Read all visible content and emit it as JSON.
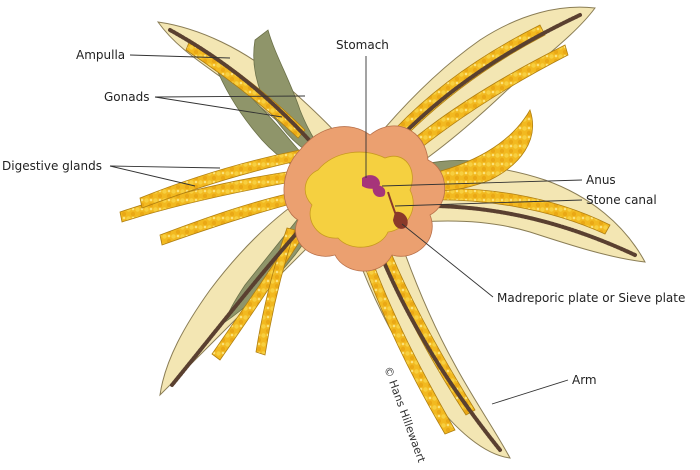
{
  "diagram": {
    "labels": {
      "ampulla": "Ampulla",
      "gonads": "Gonads",
      "digestive_glands": "Digestive glands",
      "stomach": "Stomach",
      "anus": "Anus",
      "stone_canal": "Stone canal",
      "madreporic_plate": "Madreporic plate or Sieve plate",
      "arm": "Arm"
    },
    "credit": "© Hans Hillewaert"
  },
  "colors": {
    "body": "#f3e6b3",
    "body_outline": "#8a7d55",
    "gland": "#f2b920",
    "gland_outline": "#b07f10",
    "gonad": "#8f956a",
    "ampulla": "#5a4030",
    "stomach": "#eba070",
    "disc": "#f5d040",
    "madreporite": "#8a3a2a",
    "anus": "#a6347a"
  }
}
